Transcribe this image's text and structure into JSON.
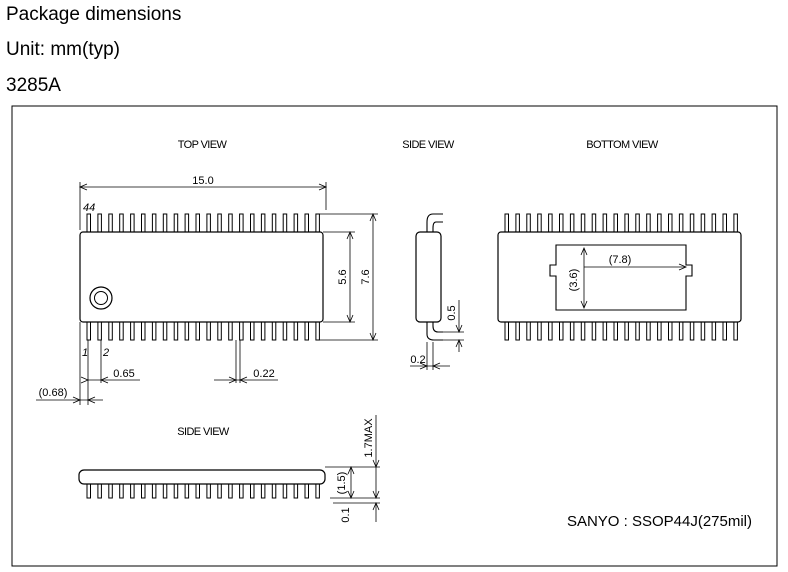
{
  "header": {
    "title": "Package dimensions",
    "unit": "Unit: mm(typ)",
    "package_code": "3285A"
  },
  "views": {
    "top": "TOP VIEW",
    "side": "SIDE VIEW",
    "bottom": "BOTTOM VIEW",
    "side_lower": "SIDE VIEW"
  },
  "dimensions": {
    "body_length": "15.0",
    "pin_44": "44",
    "pin_1": "1",
    "pin_2": "2",
    "body_width": "5.6",
    "total_width": "7.6",
    "lead_end": "(0.68)",
    "pitch": "0.65",
    "lead_width": "0.22",
    "standoff": "0.5",
    "lead_thickness": "0.2",
    "pad_length": "(7.8)",
    "pad_width": "(3.6)",
    "max_height": "1.7MAX",
    "body_height": "(1.5)",
    "clearance": "0.1"
  },
  "footer": {
    "model": "SANYO : SSOP44J(275mil)"
  }
}
